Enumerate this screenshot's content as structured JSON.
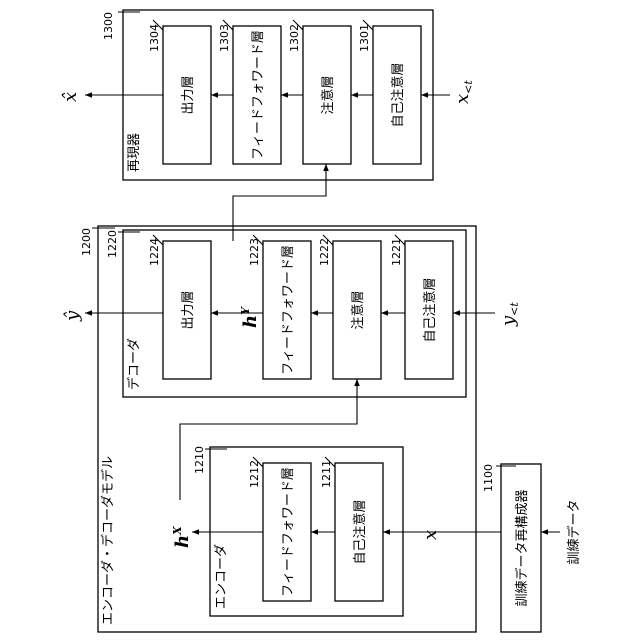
{
  "reproducer": {
    "ref": "1300",
    "title": "再現器",
    "self_attention": {
      "ref": "1301",
      "label": "自己注意層"
    },
    "attention": {
      "ref": "1302",
      "label": "注意層"
    },
    "feed_forward": {
      "ref": "1303",
      "label": "フィードフォワード層"
    },
    "output": {
      "ref": "1304",
      "label": "出力層"
    },
    "input_symbol": "x",
    "input_subscript": "<t",
    "output_symbol": "x̂"
  },
  "model": {
    "ref": "1200",
    "title": "エンコーダ・デコーダモデル",
    "decoder": {
      "ref": "1220",
      "title": "デコーダ",
      "self_attention": {
        "ref": "1221",
        "label": "自己注意層"
      },
      "attention": {
        "ref": "1222",
        "label": "注意層"
      },
      "feed_forward": {
        "ref": "1223",
        "label": "フィードフォワード層"
      },
      "output": {
        "ref": "1224",
        "label": "出力層"
      },
      "input_symbol": "y",
      "input_subscript": "<t",
      "output_symbol": "ŷ",
      "hidden_symbol": "h",
      "hidden_superscript": "Y"
    },
    "encoder": {
      "ref": "1210",
      "title": "エンコーダ",
      "self_attention": {
        "ref": "1211",
        "label": "自己注意層"
      },
      "feed_forward": {
        "ref": "1212",
        "label": "フィードフォワード層"
      },
      "input_symbol": "x",
      "hidden_symbol": "h",
      "hidden_superscript": "X"
    }
  },
  "reconstructor": {
    "ref": "1100",
    "label": "訓練データ再構成器"
  },
  "training_data": {
    "label": "訓練データ"
  }
}
